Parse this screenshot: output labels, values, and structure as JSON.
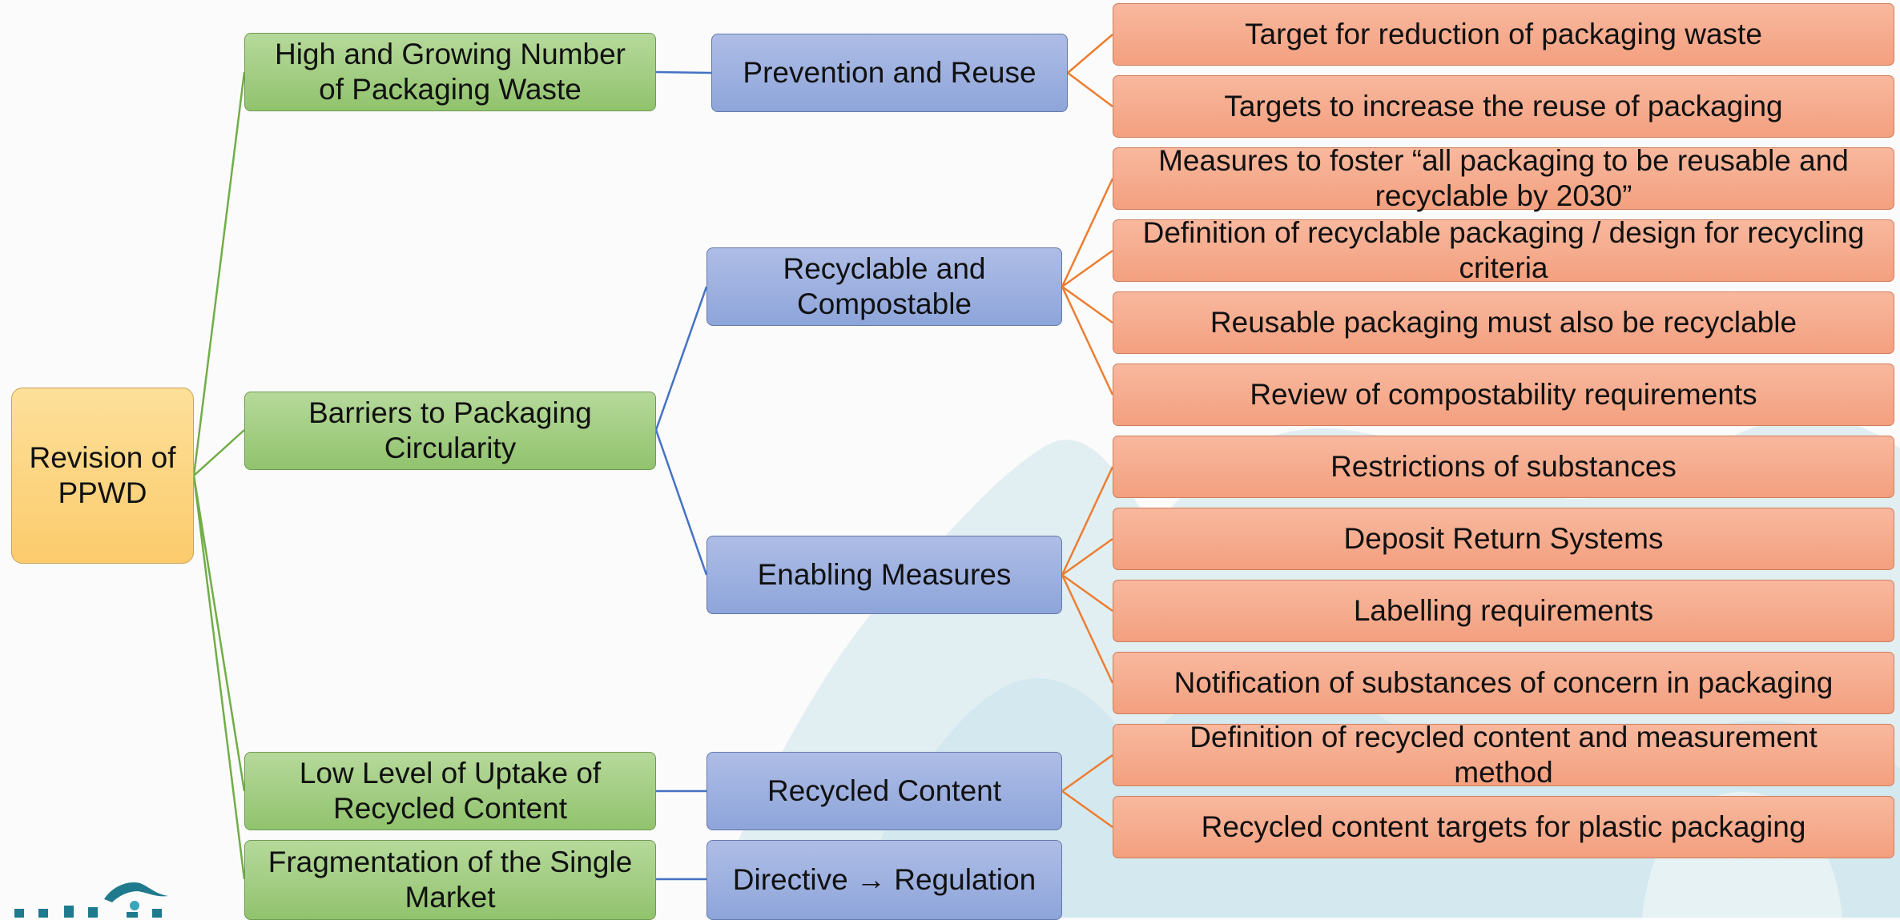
{
  "root": {
    "label": "Revision of\nPPWD"
  },
  "causes": [
    {
      "label": "High and Growing Number\nof Packaging Waste"
    },
    {
      "label": "Barriers to Packaging\nCircularity"
    },
    {
      "label": "Low Level of Uptake of\nRecycled Content"
    },
    {
      "label": "Fragmentation of the Single\nMarket"
    }
  ],
  "areas": [
    {
      "label": "Prevention and Reuse"
    },
    {
      "label": "Recyclable and\nCompostable"
    },
    {
      "label": "Enabling Measures"
    },
    {
      "label": "Recycled Content"
    },
    {
      "label": "Directive → Regulation"
    }
  ],
  "measures": [
    {
      "label": "Target for reduction of packaging waste"
    },
    {
      "label": "Targets to increase the reuse of packaging"
    },
    {
      "label": "Measures to foster “all packaging to be reusable and\nrecyclable by 2030”"
    },
    {
      "label": "Definition of recyclable packaging / design for recycling\ncriteria"
    },
    {
      "label": "Reusable packaging must also be recyclable"
    },
    {
      "label": "Review of compostability requirements"
    },
    {
      "label": "Restrictions of substances"
    },
    {
      "label": "Deposit Return Systems"
    },
    {
      "label": "Labelling requirements"
    },
    {
      "label": "Notification of substances of concern in packaging"
    },
    {
      "label": "Definition of recycled content and measurement\nmethod"
    },
    {
      "label": "Recycled content targets for plastic packaging"
    }
  ],
  "colors": {
    "green_line": "#70ad47",
    "blue_line": "#4472c4",
    "orange_line": "#ed7d31"
  }
}
